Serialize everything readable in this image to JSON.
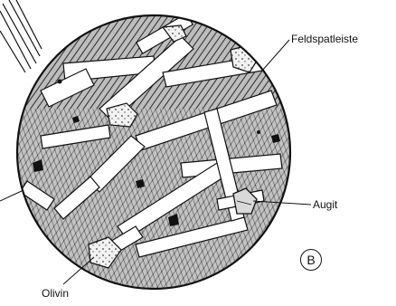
{
  "figure": {
    "labels": {
      "feldspat": "Feldspatleiste",
      "augit": "Augit",
      "olivin": "Olivin"
    },
    "panel_marker": "B",
    "colors": {
      "ink": "#111111",
      "paper": "#ffffff",
      "groundmass": "#8a8a8a"
    }
  }
}
